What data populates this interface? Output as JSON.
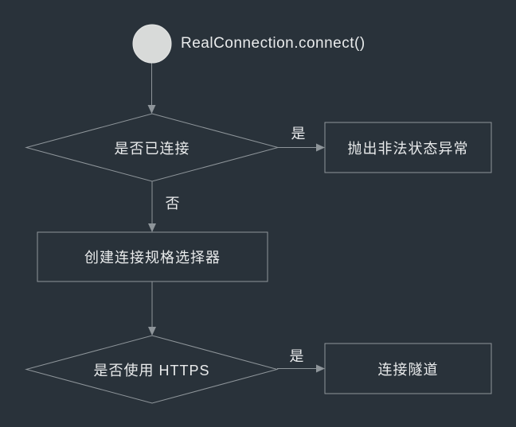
{
  "theme": {
    "canvas_bg": "#29323a",
    "line_color": "#8e959a",
    "text_color": "#e9ebec",
    "start_fill": "#d8dad9",
    "start_stroke": "#e2e4e3"
  },
  "diagram": {
    "nodes": {
      "start": {
        "type": "start-circle",
        "label": "RealConnection.connect()"
      },
      "is_connected": {
        "type": "decision",
        "label": "是否已连接"
      },
      "throw_illegal_state": {
        "type": "process",
        "label": "抛出非法状态异常"
      },
      "create_spec_selector": {
        "type": "process",
        "label": "创建连接规格选择器"
      },
      "is_https": {
        "type": "decision",
        "label": "是否使用 HTTPS"
      },
      "connect_tunnel": {
        "type": "process",
        "label": "连接隧道"
      }
    },
    "edges": {
      "start_to_is_connected": {
        "from": "start",
        "to": "is_connected",
        "label": ""
      },
      "is_connected_yes": {
        "from": "is_connected",
        "to": "throw_illegal_state",
        "label": "是"
      },
      "is_connected_no": {
        "from": "is_connected",
        "to": "create_spec_selector",
        "label": "否"
      },
      "selector_to_is_https": {
        "from": "create_spec_selector",
        "to": "is_https",
        "label": ""
      },
      "is_https_yes": {
        "from": "is_https",
        "to": "connect_tunnel",
        "label": "是"
      }
    }
  }
}
